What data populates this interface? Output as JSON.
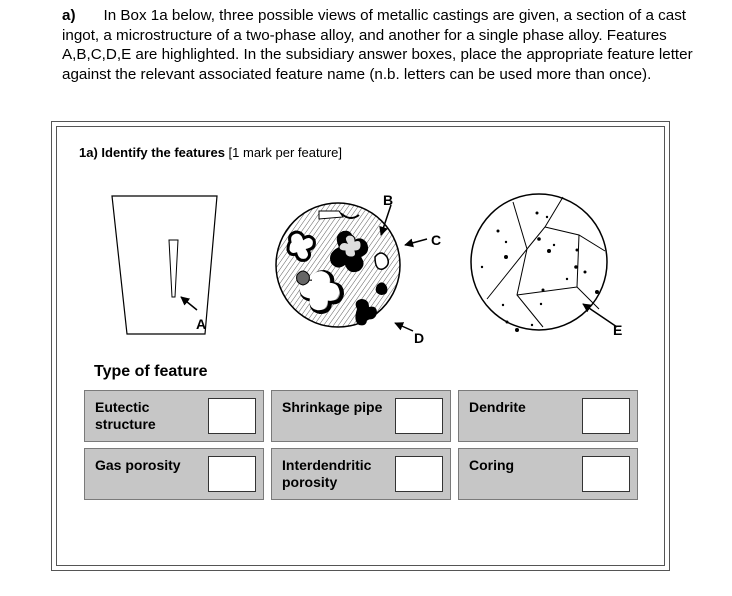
{
  "intro": {
    "label": "a)",
    "text": "In Box 1a below, three possible views of metallic castings are given, a section of a cast ingot, a microstructure of a two-phase alloy, and another for a single phase alloy. Features A,B,C,D,E are highlighted. In the subsidiary answer boxes, place the appropriate feature letter against the relevant associated feature name (n.b. letters can be used more than once)."
  },
  "box": {
    "title_bold": "1a) Identify the features",
    "title_rest": " [1 mark per feature]",
    "type_heading": "Type of feature"
  },
  "labels": {
    "A": "A",
    "B": "B",
    "C": "C",
    "D": "D",
    "E": "E"
  },
  "features": [
    {
      "name": "Eutectic structure",
      "answer": ""
    },
    {
      "name": "Shrinkage pipe",
      "answer": ""
    },
    {
      "name": "Dendrite",
      "answer": ""
    },
    {
      "name": "Gas porosity",
      "answer": ""
    },
    {
      "name": "Interdendritic porosity",
      "answer": ""
    },
    {
      "name": "Coring",
      "answer": ""
    }
  ]
}
